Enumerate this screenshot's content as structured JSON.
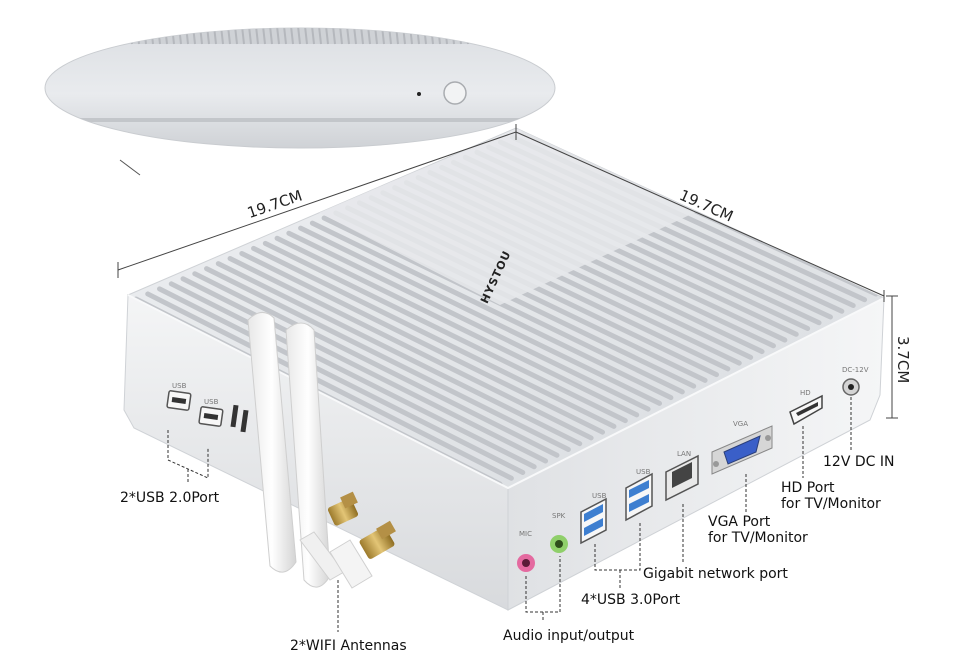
{
  "dimensions": {
    "width_left": "19.7CM",
    "width_right": "19.7CM",
    "height": "3.7CM"
  },
  "brand_logo": "HYSTOU",
  "port_labels": {
    "usb_front_1": "USB",
    "usb_front_2": "USB",
    "mic": "MIC",
    "spk": "SPK",
    "usb_rear_1": "USB",
    "usb_rear_2": "USB",
    "lan": "LAN",
    "vga": "VGA",
    "hd": "HD",
    "dc": "DC-12V"
  },
  "callouts": {
    "usb20": "2*USB 2.0Port",
    "wifi": "2*WIFI Antennas",
    "audio": "Audio input/output",
    "usb30": "4*USB 3.0Port",
    "lan": "Gigabit network port",
    "vga_line1": "VGA Port",
    "vga_line2": "for TV/Monitor",
    "hd_line1": "HD Port",
    "hd_line2": "for TV/Monitor",
    "dc": "12V DC IN"
  },
  "colors": {
    "chassis": "#e4e6e9",
    "fins": "#c9ccd1",
    "mic_jack": "#e46aa0",
    "spk_jack": "#8fcf6a",
    "usb3_blue": "#3e7fd0",
    "vga_blue": "#3a5fc8",
    "brass": "#c8a24a"
  }
}
